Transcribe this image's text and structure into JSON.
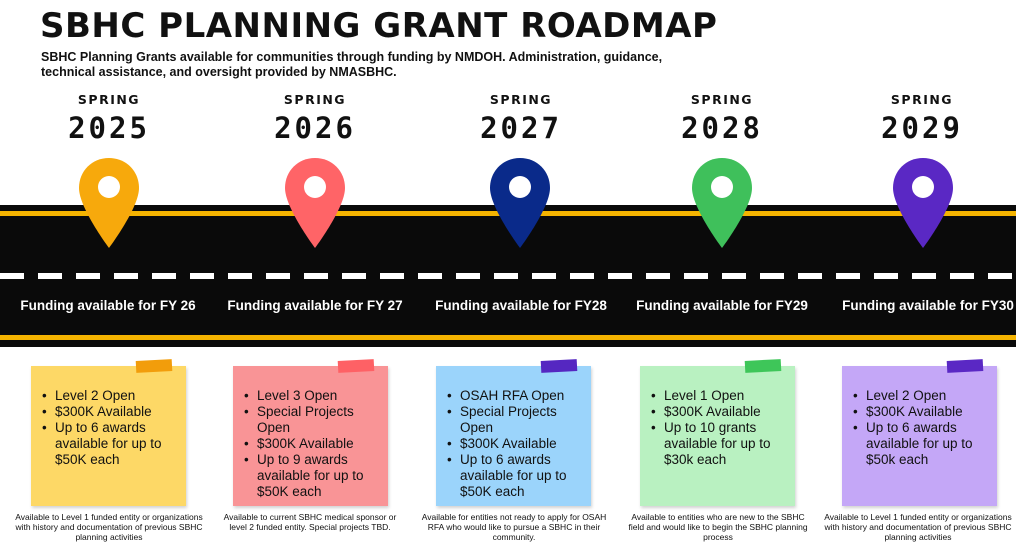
{
  "header": {
    "title": "SBHC PLANNING GRANT ROADMAP",
    "subtitle": "SBHC Planning Grants available for communities through funding by NMDOH. Administration, guidance, technical assistance, and oversight provided by NMASBHC."
  },
  "milestones": [
    {
      "season": "SPRING",
      "year": "2025",
      "pin_color": "#f7a90c",
      "pin_icon": "map-pin",
      "funding": "Funding available for FY 26",
      "note_color": "#fdd866",
      "tape_color": "#f29d0b",
      "bullets": [
        "Level 2 Open",
        "$300K Available",
        "Up to 6 awards available for up to $50K each"
      ],
      "caption": "Available to Level 1 funded entity or organizations with history and documentation of previous SBHC planning activities"
    },
    {
      "season": "SPRING",
      "year": "2026",
      "pin_color": "#ff6467",
      "pin_icon": "map-pin",
      "funding": "Funding available for FY 27",
      "note_color": "#f99496",
      "tape_color": "#fe6165",
      "bullets": [
        "Level 3 Open",
        "Special Projects Open",
        "$300K Available",
        "Up to 9 awards available for up to $50K each"
      ],
      "caption": "Available to current SBHC medical sponsor or level 2 funded entity. Special projects TBD."
    },
    {
      "season": "SPRING",
      "year": "2027",
      "pin_color": "#0a2a8a",
      "pin_icon": "map-pin",
      "funding": "Funding available for FY28",
      "note_color": "#9bd4fb",
      "tape_color": "#5527c1",
      "bullets": [
        "OSAH RFA Open",
        "Special Projects Open",
        "$300K Available",
        "Up to 6 awards available for up to $50K each"
      ],
      "caption": "Available for entities not ready to apply for OSAH RFA who would like to pursue a SBHC in their community."
    },
    {
      "season": "SPRING",
      "year": "2028",
      "pin_color": "#3fc05b",
      "pin_icon": "map-pin",
      "funding": "Funding available for FY29",
      "note_color": "#b9f1c1",
      "tape_color": "#3ec659",
      "bullets": [
        "Level 1 Open",
        "$300K Available",
        "Up to 10 grants available for up to $30k each"
      ],
      "caption": "Available to entities who are new to the SBHC field and would like to begin the SBHC planning process"
    },
    {
      "season": "SPRING",
      "year": "2029",
      "pin_color": "#5a28c4",
      "pin_icon": "map-pin",
      "funding": "Funding available for FY30",
      "note_color": "#c4a7f7",
      "tape_color": "#5a28c4",
      "bullets": [
        "Level 2 Open",
        "$300K Available",
        "Up to 6 awards available for up to $50k each"
      ],
      "caption": "Available to Level 1 funded entity or organizations with history and documentation of previous SBHC planning activities"
    }
  ]
}
